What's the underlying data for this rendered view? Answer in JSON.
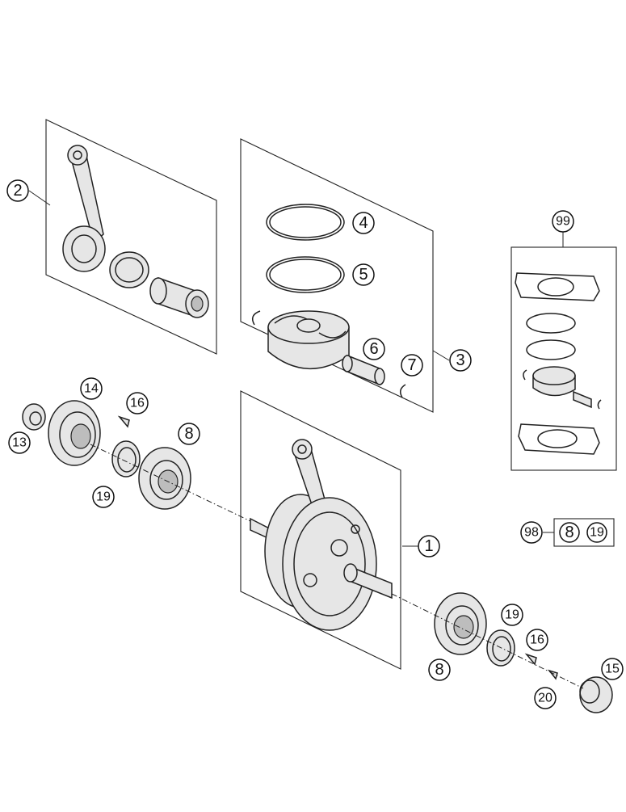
{
  "callouts": [
    {
      "id": "c1",
      "label": "1"
    },
    {
      "id": "c2",
      "label": "2"
    },
    {
      "id": "c3",
      "label": "3"
    },
    {
      "id": "c4",
      "label": "4"
    },
    {
      "id": "c5",
      "label": "5"
    },
    {
      "id": "c6",
      "label": "6"
    },
    {
      "id": "c7",
      "label": "7"
    },
    {
      "id": "c8a",
      "label": "8"
    },
    {
      "id": "c8b",
      "label": "8"
    },
    {
      "id": "c13",
      "label": "13"
    },
    {
      "id": "c14",
      "label": "14"
    },
    {
      "id": "c15",
      "label": "15"
    },
    {
      "id": "c16a",
      "label": "16"
    },
    {
      "id": "c16b",
      "label": "16"
    },
    {
      "id": "c19a",
      "label": "19"
    },
    {
      "id": "c19b",
      "label": "19"
    },
    {
      "id": "c20",
      "label": "20"
    },
    {
      "id": "c98",
      "label": "98"
    },
    {
      "id": "c99",
      "label": "99"
    }
  ],
  "kit_box": {
    "items": [
      {
        "label": "8"
      },
      {
        "label": "19"
      }
    ]
  }
}
